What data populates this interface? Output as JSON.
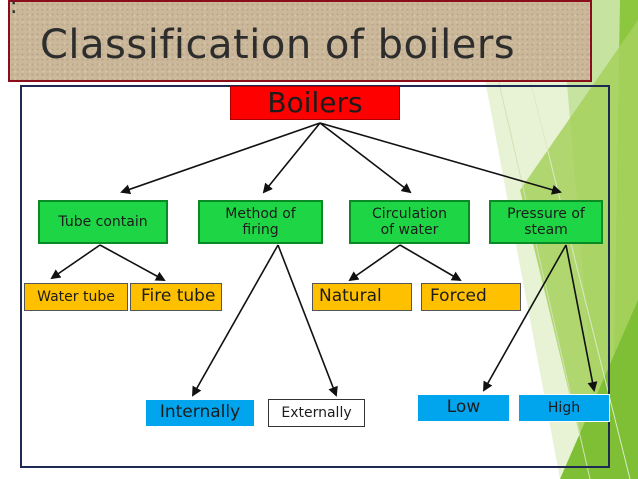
{
  "slide": {
    "colon": ":",
    "title": "Classification of boilers"
  },
  "root": {
    "label": "Boilers"
  },
  "categories": [
    {
      "label": "Tube contain"
    },
    {
      "label": "Method of firing"
    },
    {
      "label": "Circulation of water"
    },
    {
      "label": "Pressure of steam"
    }
  ],
  "leaves": {
    "water_tube": "Water tube",
    "fire_tube": "Fire tube",
    "natural": "Natural",
    "forced": "Forced",
    "internally": "Internally",
    "externally": "Externally",
    "low": "Low",
    "high": "High"
  },
  "colors": {
    "root": "#ff0000",
    "category": "#1ed645",
    "orange_leaf": "#ffc000",
    "blue_leaf": "#00a5ee",
    "accent_green": "#8dc63f"
  }
}
